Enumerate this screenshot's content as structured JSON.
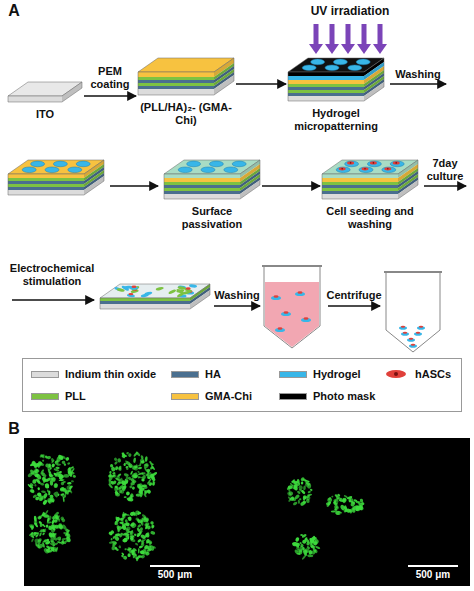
{
  "diagram": {
    "nodes": [
      {
        "text": [
          "ITO"
        ]
      },
      {
        "text": [
          "(PLL/HA)₂- (GMA-Chi)"
        ]
      },
      {
        "text": [
          "Hydrogel micropatterning"
        ]
      },
      {
        "text": [
          "Surface passivation"
        ]
      },
      {
        "text": [
          "Cell seeding and washing"
        ]
      }
    ],
    "edges": [
      {
        "from": 0,
        "to": 1,
        "arrow": "to",
        "label": "PEM coating"
      },
      {
        "from": 1,
        "to": 2,
        "arrow": "to"
      },
      {
        "from": 3,
        "to": 4,
        "arrow": "to"
      }
    ],
    "labels": [
      "A",
      "UV irradiation",
      "Washing",
      "7day culture",
      "Electrochemical stimulation",
      "Washing",
      "Centrifuge",
      "B",
      "500 μm",
      "500 μm"
    ],
    "legend": [
      {
        "text": "Indium thin oxide",
        "color": "#dcdcdc"
      },
      {
        "text": "HA",
        "color": "#4a6f8f"
      },
      {
        "text": "Hydrogel",
        "color": "#38b6e8"
      },
      {
        "text": "hASCs"
      },
      {
        "text": "PLL",
        "color": "#7dc242"
      },
      {
        "text": "GMA-Chi",
        "color": "#f7c240"
      },
      {
        "text": "Photo mask",
        "color": "#000000"
      }
    ]
  }
}
